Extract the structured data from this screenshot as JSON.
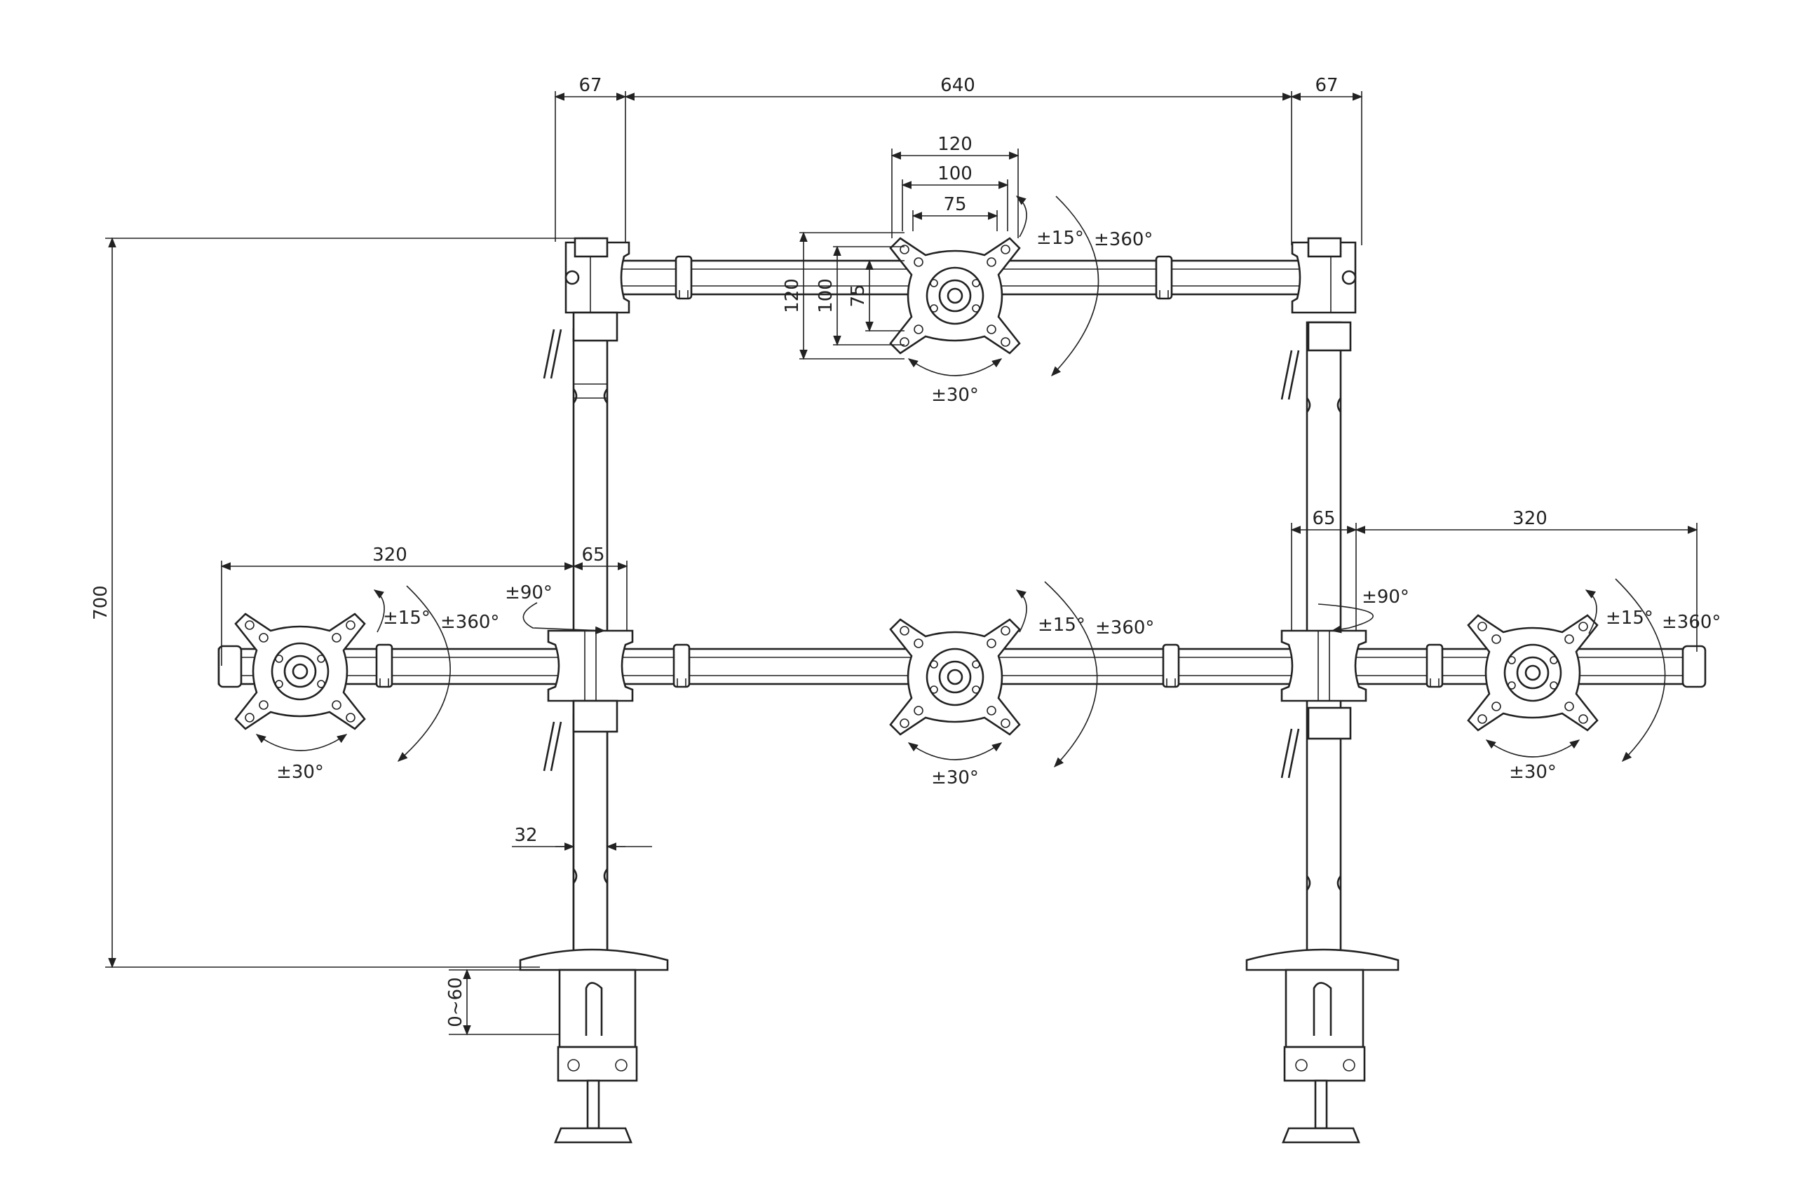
{
  "dimensions": {
    "top_left_offset": "67",
    "top_span": "640",
    "top_right_offset": "67",
    "vesa_120": "120",
    "vesa_100": "100",
    "vesa_75": "75",
    "vesa_v_120": "120",
    "vesa_v_100": "100",
    "vesa_v_75": "75",
    "overall_height": "700",
    "left_arm_length": "320",
    "left_joint_width": "65",
    "right_joint_width": "65",
    "right_arm_length": "320",
    "pole_diameter": "32",
    "clamp_range": "0~60"
  },
  "rotation": {
    "top_tilt": "±15°",
    "top_rotate": "±360°",
    "top_swivel": "±30°",
    "left_tilt": "±15°",
    "left_rotate": "±360°",
    "left_swivel": "±30°",
    "center_tilt": "±15°",
    "center_rotate": "±360°",
    "center_swivel": "±30°",
    "right_tilt": "±15°",
    "right_rotate": "±360°",
    "right_swivel": "±30°",
    "left_pivot": "±90°",
    "right_pivot": "±90°"
  }
}
